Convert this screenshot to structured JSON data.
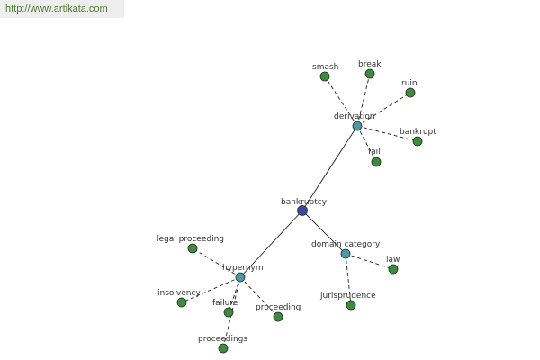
{
  "header": {
    "url": "http://www.artikata.com"
  },
  "colors": {
    "root": "#3b4a9c",
    "hub": "#4e9aa0",
    "leaf": "#3e8a3e",
    "line": "#222222",
    "banner_text": "#4f7c33"
  },
  "graph": {
    "nodes": [
      {
        "id": "bankruptcy",
        "label": "bankruptcy",
        "kind": "root"
      },
      {
        "id": "derivation",
        "label": "derivation",
        "kind": "hub"
      },
      {
        "id": "hypernym",
        "label": "hypernym",
        "kind": "hub"
      },
      {
        "id": "domain-category",
        "label": "domain category",
        "kind": "hub"
      },
      {
        "id": "smash",
        "label": "smash",
        "kind": "leaf"
      },
      {
        "id": "break",
        "label": "break",
        "kind": "leaf"
      },
      {
        "id": "ruin",
        "label": "ruin",
        "kind": "leaf"
      },
      {
        "id": "bankrupt",
        "label": "bankrupt",
        "kind": "leaf"
      },
      {
        "id": "fail",
        "label": "fail",
        "kind": "leaf"
      },
      {
        "id": "legal-proceeding",
        "label": "legal proceeding",
        "kind": "leaf"
      },
      {
        "id": "insolvency",
        "label": "insolvency",
        "kind": "leaf"
      },
      {
        "id": "failure",
        "label": "failure",
        "kind": "leaf"
      },
      {
        "id": "proceeding",
        "label": "proceeding",
        "kind": "leaf"
      },
      {
        "id": "proceedings",
        "label": "proceedings",
        "kind": "leaf"
      },
      {
        "id": "law",
        "label": "law",
        "kind": "leaf"
      },
      {
        "id": "jurisprudence",
        "label": "jurisprudence",
        "kind": "leaf"
      }
    ],
    "edges": [
      {
        "from": "bankruptcy",
        "to": "derivation",
        "style": "solid"
      },
      {
        "from": "bankruptcy",
        "to": "hypernym",
        "style": "solid"
      },
      {
        "from": "bankruptcy",
        "to": "domain-category",
        "style": "solid"
      },
      {
        "from": "derivation",
        "to": "smash",
        "style": "dashed"
      },
      {
        "from": "derivation",
        "to": "break",
        "style": "dashed"
      },
      {
        "from": "derivation",
        "to": "ruin",
        "style": "dashed"
      },
      {
        "from": "derivation",
        "to": "bankrupt",
        "style": "dashed"
      },
      {
        "from": "derivation",
        "to": "fail",
        "style": "dashed"
      },
      {
        "from": "hypernym",
        "to": "legal-proceeding",
        "style": "dashed"
      },
      {
        "from": "hypernym",
        "to": "insolvency",
        "style": "dashed"
      },
      {
        "from": "hypernym",
        "to": "failure",
        "style": "dashed"
      },
      {
        "from": "hypernym",
        "to": "proceeding",
        "style": "dashed"
      },
      {
        "from": "hypernym",
        "to": "proceedings",
        "style": "dashed"
      },
      {
        "from": "domain-category",
        "to": "law",
        "style": "dashed"
      },
      {
        "from": "domain-category",
        "to": "jurisprudence",
        "style": "dashed"
      }
    ]
  }
}
